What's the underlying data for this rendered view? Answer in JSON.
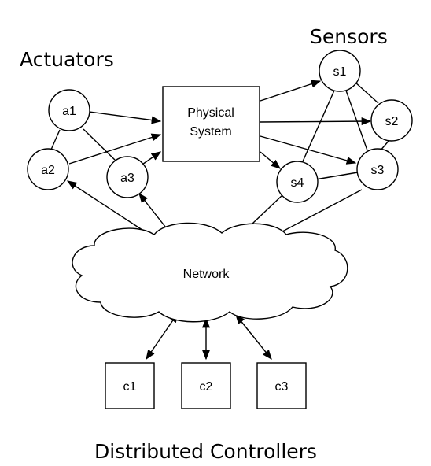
{
  "labels": {
    "actuators": "Actuators",
    "sensors": "Sensors",
    "distributed_controllers": "Distributed Controllers"
  },
  "nodes": {
    "physical_system": {
      "line1": "Physical",
      "line2": "System"
    },
    "network": "Network",
    "a1": "a1",
    "a2": "a2",
    "a3": "a3",
    "s1": "s1",
    "s2": "s2",
    "s3": "s3",
    "s4": "s4",
    "c1": "c1",
    "c2": "c2",
    "c3": "c3"
  }
}
